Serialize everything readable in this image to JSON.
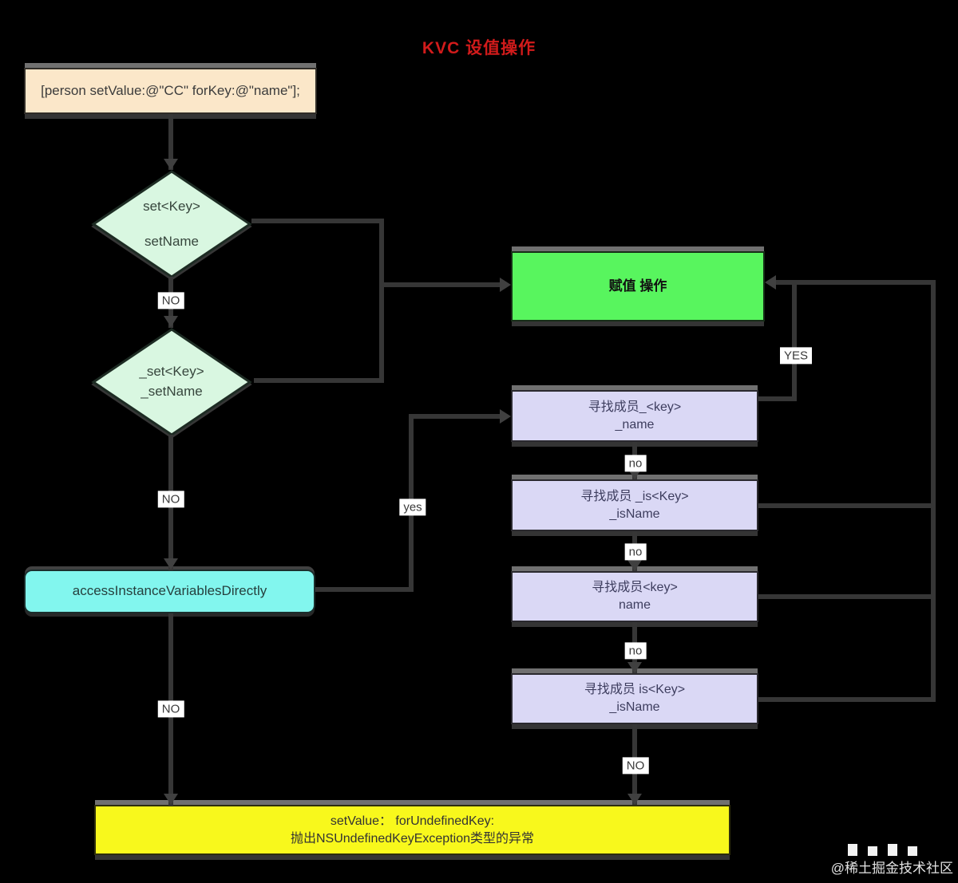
{
  "title": {
    "text": "KVC 设值操作",
    "color": "#d21b1b"
  },
  "nodes": {
    "code_box": {
      "text": "[person setValue:@\"CC\" forKey:@\"name\"];",
      "fill": "#fbe7c9"
    },
    "diamond_set": {
      "line1": "set<Key>",
      "line2": "setName",
      "fill": "#d9f7e1",
      "stroke": "#1d2b23"
    },
    "diamond_uset": {
      "line1": "_set<Key>",
      "line2": "_setName",
      "fill": "#d9f7e1",
      "stroke": "#1d2b23"
    },
    "assign_box": {
      "text": "赋值 操作",
      "fill": "#58f55e"
    },
    "member_ukey": {
      "line1": "寻找成员_<key>",
      "line2": "_name",
      "fill": "#dad8f5"
    },
    "member_uiskey": {
      "line1": "寻找成员 _is<Key>",
      "line2": "_isName",
      "fill": "#dad8f5"
    },
    "member_key": {
      "line1": "寻找成员<key>",
      "line2": "name",
      "fill": "#dad8f5"
    },
    "member_iskey": {
      "line1": "寻找成员 is<Key>",
      "line2": "_isName",
      "fill": "#dad8f5"
    },
    "access_box": {
      "text": "accessInstanceVariablesDirectly",
      "fill": "#82f6ee"
    },
    "exception_box": {
      "line1": "setValue： forUndefinedKey:",
      "line2": "抛出NSUndefinedKeyException类型的异常",
      "fill": "#f8f81c"
    }
  },
  "edge_labels": {
    "no_d1": "NO",
    "no_d2": "NO",
    "no_access": "NO",
    "yes_member1": "YES",
    "yes_access": "yes",
    "no_member1": "no",
    "no_member2": "no",
    "no_member3": "no",
    "no_member4": "NO"
  },
  "watermark": {
    "text": "@稀土掘金技术社区"
  }
}
